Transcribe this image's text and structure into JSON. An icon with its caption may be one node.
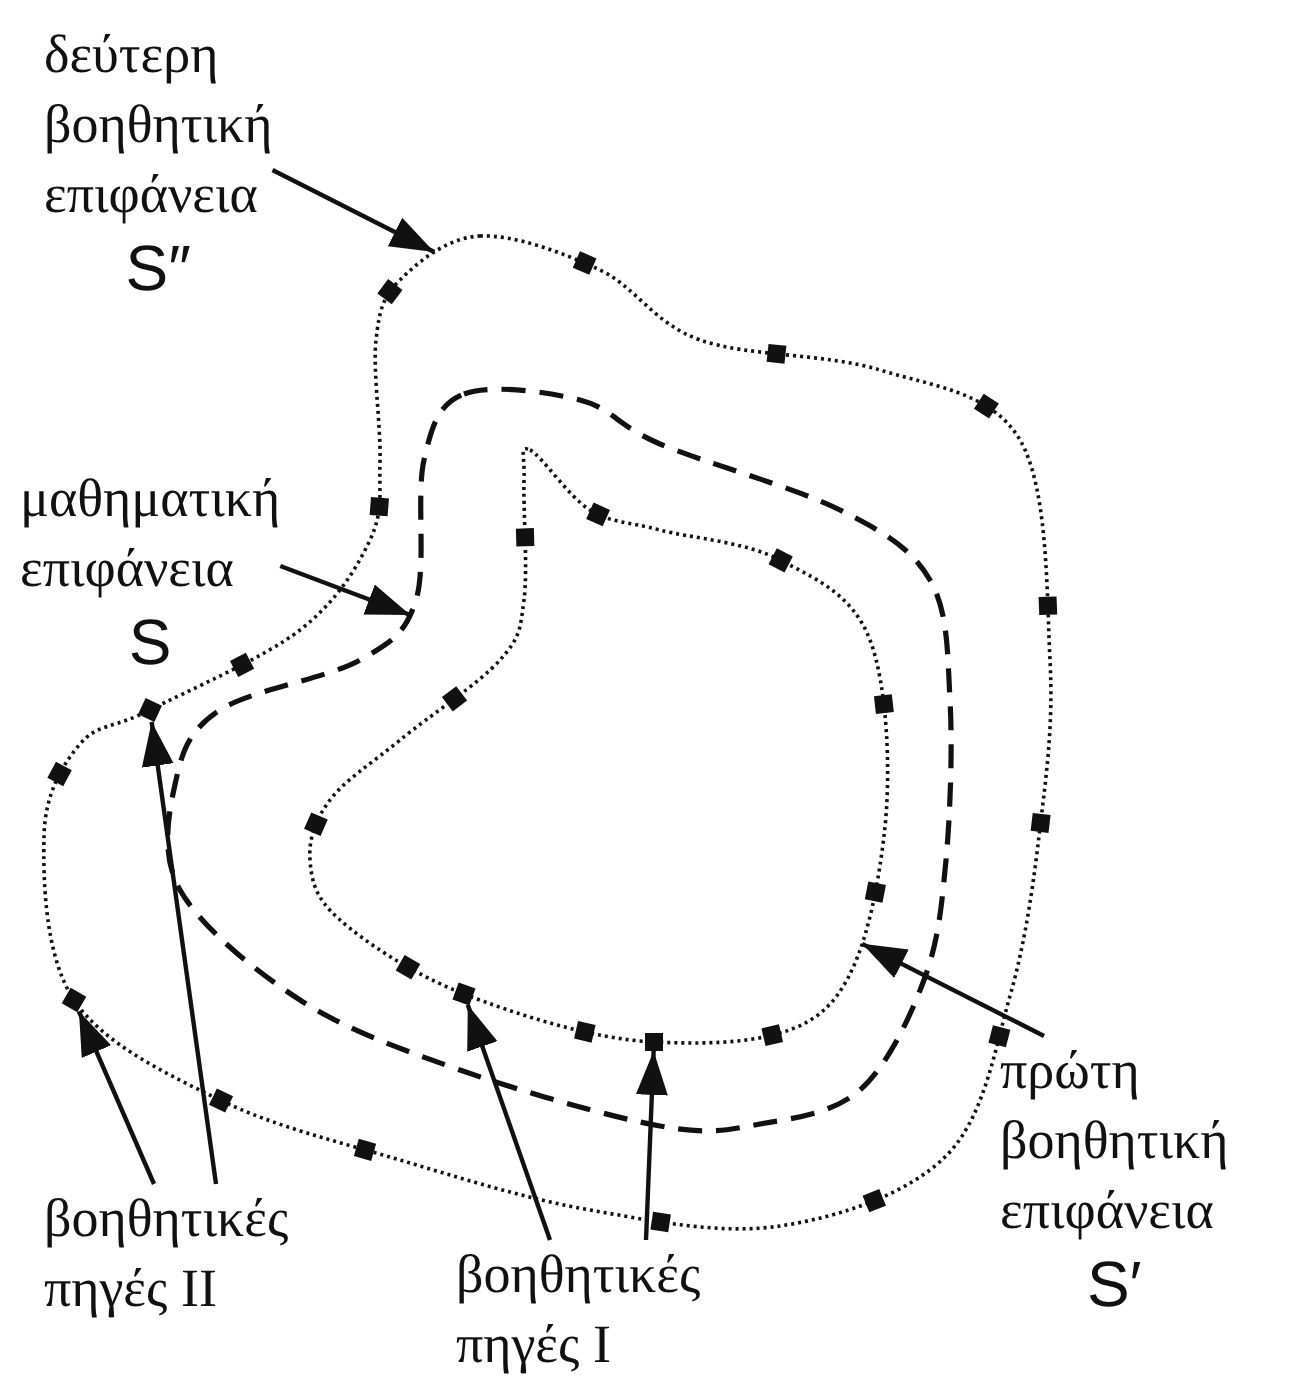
{
  "diagram": {
    "nodes": [
      {
        "text": [
          "δεύτερη βοηθητική επιφάνεια",
          "S″"
        ]
      },
      {
        "text": [],
        "shape": "curve"
      },
      {
        "text": [
          "μαθηματική επιφάνεια",
          "S"
        ]
      },
      {
        "text": [],
        "shape": "curve",
        "in": 1
      },
      {
        "text": [],
        "shape": "curve",
        "in": 3
      },
      {
        "text": [
          "πρώτη βοηθητική επιφάνεια",
          "S′"
        ]
      },
      {
        "text": [],
        "shape": "square",
        "in": 1
      },
      {
        "text": [],
        "shape": "square",
        "in": 1
      },
      {
        "text": [
          "βοηθητικές πηγές II"
        ]
      },
      {
        "text": [],
        "shape": "square",
        "in": 3
      },
      {
        "text": [],
        "shape": "square",
        "in": 3
      },
      {
        "text": [
          "βοηθητικές πηγές I"
        ]
      },
      {
        "text": [],
        "shape": "square",
        "in": 1
      },
      {
        "text": [],
        "shape": "square",
        "in": 1
      },
      {
        "text": [],
        "shape": "square",
        "in": 1
      },
      {
        "text": [],
        "shape": "square",
        "in": 1
      },
      {
        "text": [],
        "shape": "square",
        "in": 1
      },
      {
        "text": [],
        "shape": "square",
        "in": 1
      },
      {
        "text": [],
        "shape": "square",
        "in": 1
      },
      {
        "text": [],
        "shape": "square",
        "in": 1
      },
      {
        "text": [],
        "shape": "square",
        "in": 1
      },
      {
        "text": [],
        "shape": "square",
        "in": 1
      },
      {
        "text": [],
        "shape": "square",
        "in": 1
      },
      {
        "text": [],
        "shape": "square",
        "in": 1
      },
      {
        "text": [],
        "shape": "square",
        "in": 1
      },
      {
        "text": [],
        "shape": "square",
        "in": 1
      },
      {
        "text": [],
        "shape": "square",
        "in": 4
      },
      {
        "text": [],
        "shape": "square",
        "in": 3
      },
      {
        "text": [],
        "shape": "square",
        "in": 3
      },
      {
        "text": [],
        "shape": "square",
        "in": 3
      },
      {
        "text": [],
        "shape": "square",
        "in": 3
      },
      {
        "text": [],
        "shape": "square",
        "in": 3
      },
      {
        "text": [],
        "shape": "square",
        "in": 3
      },
      {
        "text": [],
        "shape": "square",
        "in": 3
      },
      {
        "text": [],
        "shape": "square",
        "in": 4
      },
      {
        "text": [],
        "shape": "square",
        "in": 4
      }
    ],
    "edges": [
      {
        "from": 0,
        "to": 1,
        "arrow": "to"
      },
      {
        "from": 2,
        "to": 3,
        "arrow": "to"
      },
      {
        "from": 5,
        "to": 4,
        "arrow": "to"
      },
      {
        "from": 8,
        "to": 6,
        "arrow": "to"
      },
      {
        "from": 8,
        "to": 7,
        "arrow": "to"
      },
      {
        "from": 11,
        "to": 9,
        "arrow": "to"
      },
      {
        "from": 11,
        "to": 10,
        "arrow": "to"
      }
    ]
  }
}
